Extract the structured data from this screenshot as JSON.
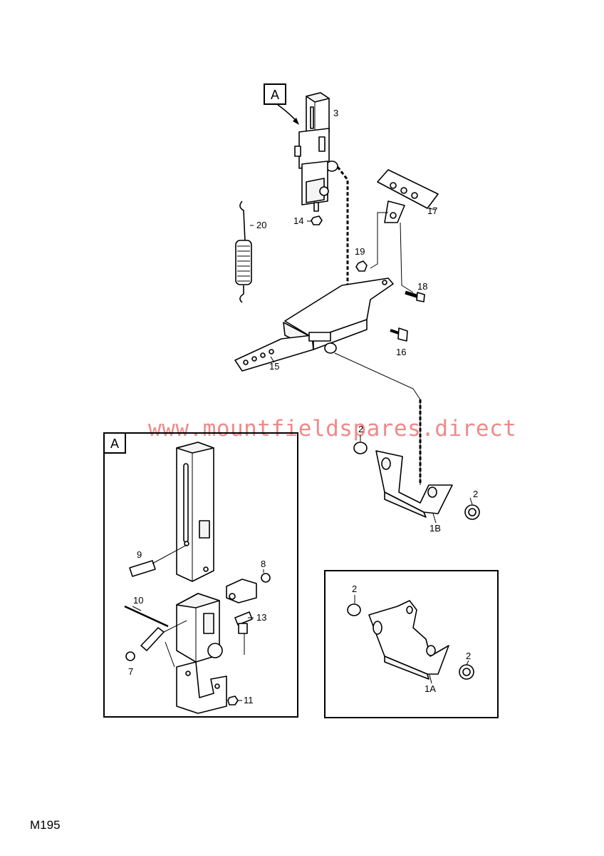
{
  "callouts": {
    "c3": "3",
    "c14": "14",
    "c20": "20",
    "c17": "17",
    "c19": "19",
    "c18": "18",
    "c16": "16",
    "c15": "15",
    "c2a": "2",
    "c2b": "2",
    "c1B": "1B",
    "c9": "9",
    "c8": "8",
    "c10": "10",
    "c13": "13",
    "c7": "7",
    "c11": "11",
    "c2c": "2",
    "c2d": "2",
    "c1A": "1A"
  },
  "detail_tag_top": "A",
  "detail_tag_inset": "A",
  "watermark": "www.mountfieldspares.direct",
  "page_code": "M195"
}
